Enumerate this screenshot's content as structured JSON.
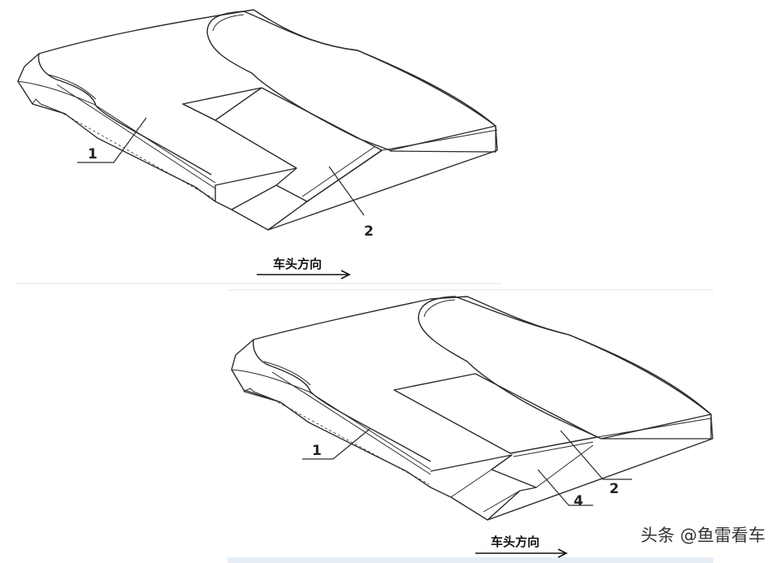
{
  "top_view": {
    "label_1": "1",
    "label_2": "2",
    "direction_label": "车头方向"
  },
  "bottom_view": {
    "label_1": "1",
    "label_2": "2",
    "label_4": "4",
    "direction_label": "车头方向"
  },
  "watermark": "头条 @鱼雷看车",
  "colors": {
    "line": "#2a2a2a",
    "divider": "#eef2f5"
  }
}
